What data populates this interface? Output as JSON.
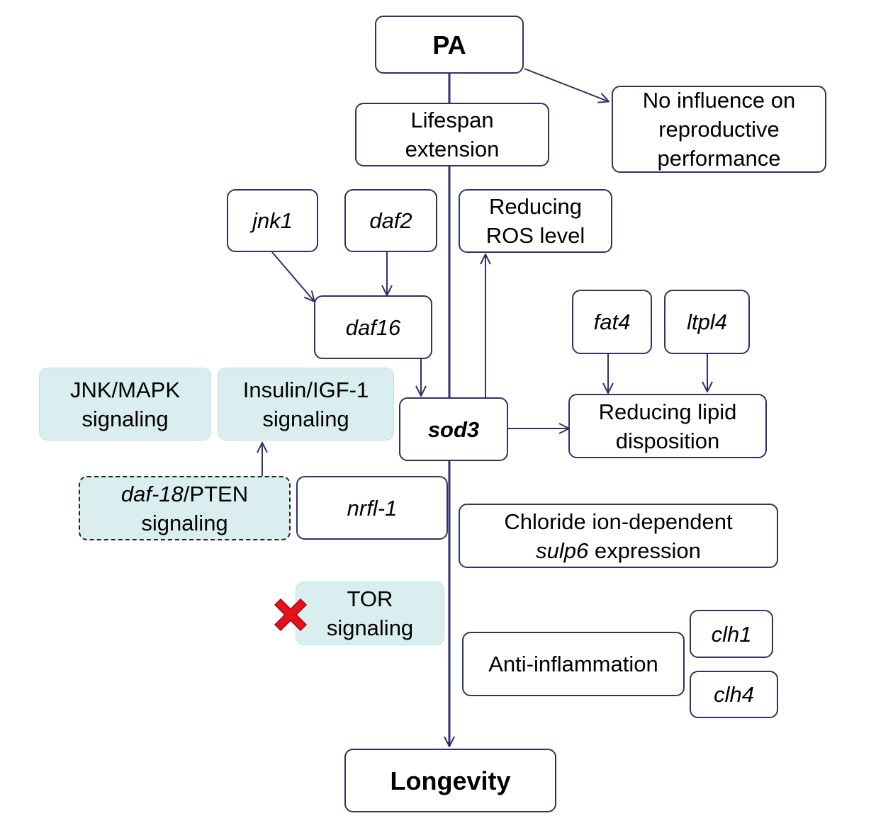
{
  "diagram": {
    "pa": "PA",
    "lifespan": {
      "line1": "Lifespan",
      "line2": "extension"
    },
    "no_influence": {
      "line1": "No influence on",
      "line2": "reproductive",
      "line3": "performance"
    },
    "jnk1": "jnk1",
    "daf2": "daf2",
    "daf16": "daf16",
    "ros": {
      "line1": "Reducing",
      "line2": "ROS level"
    },
    "fat4": "fat4",
    "ltpl4": "ltpl4",
    "jnk_mapk": {
      "line1": "JNK/MAPK",
      "line2": "signaling"
    },
    "insulin": {
      "line1": "Insulin/IGF-1",
      "line2": "signaling"
    },
    "sod3": "sod3",
    "lipid": {
      "line1": "Reducing lipid",
      "line2": "disposition"
    },
    "daf18": {
      "gene": "daf-18",
      "suffix": "/PTEN",
      "line2": "signaling"
    },
    "nrfl1": "nrfl-1",
    "chloride": {
      "line1": "Chloride ion-dependent",
      "gene": "sulp6",
      "suffix": " expression"
    },
    "tor": {
      "line1": "TOR",
      "line2": "signaling"
    },
    "anti_inflammation": "Anti-inflammation",
    "clh1": "clh1",
    "clh4": "clh4",
    "longevity": "Longevity"
  },
  "colors": {
    "line": "#2e3268",
    "border": "#2e3268",
    "shaded_fill": "#daeef0",
    "x_mark": "#e8101a"
  },
  "icons": {
    "blocked": "x-mark-icon"
  }
}
